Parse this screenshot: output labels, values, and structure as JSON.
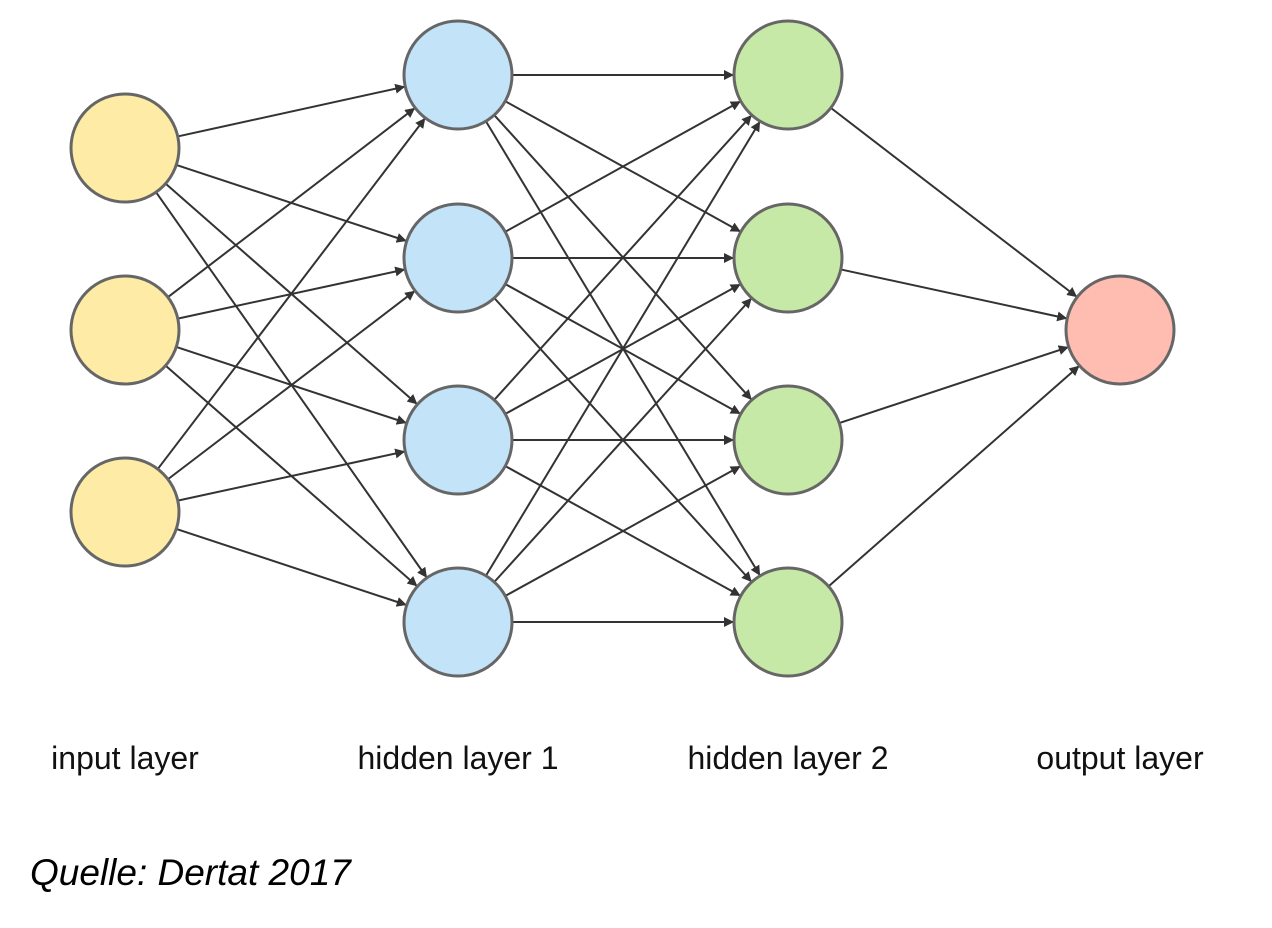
{
  "diagram": {
    "layers": [
      {
        "label": "input layer",
        "color": "#fdeba6",
        "nodes": 3
      },
      {
        "label": "hidden layer 1",
        "color": "#c3e3f8",
        "nodes": 4
      },
      {
        "label": "hidden layer 2",
        "color": "#c7e9a7",
        "nodes": 4
      },
      {
        "label": "output layer",
        "color": "#ffbcb1",
        "nodes": 1
      }
    ],
    "connections": "fully-connected",
    "node_stroke_color": "#666666",
    "edge_color": "#333333"
  },
  "source": "Quelle: Dertat 2017"
}
